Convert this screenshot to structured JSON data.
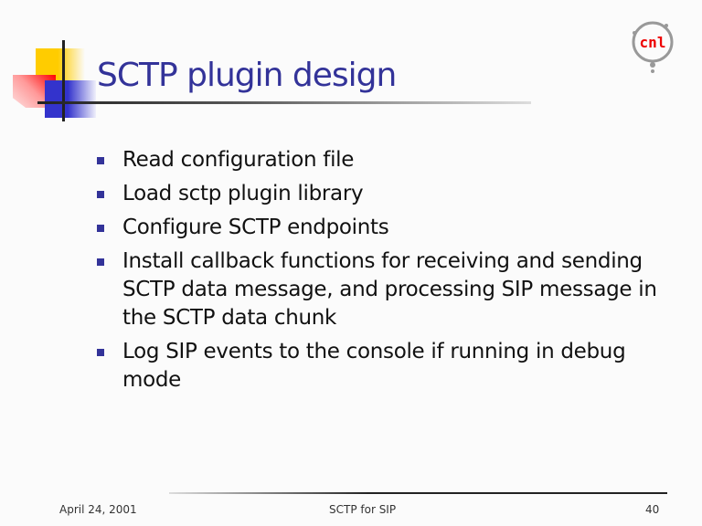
{
  "title": "SCTP plugin design",
  "logo_text": "cnl",
  "bullets": [
    "Read configuration file",
    "Load sctp plugin library",
    "Configure SCTP endpoints",
    "Install callback functions for receiving and sending SCTP data message, and processing SIP message in the SCTP data chunk",
    "Log SIP events to the console if running in debug mode"
  ],
  "footer": {
    "date": "April 24, 2001",
    "center": "SCTP for SIP",
    "page": "40"
  },
  "colors": {
    "title": "#333399",
    "bullet": "#333399"
  }
}
